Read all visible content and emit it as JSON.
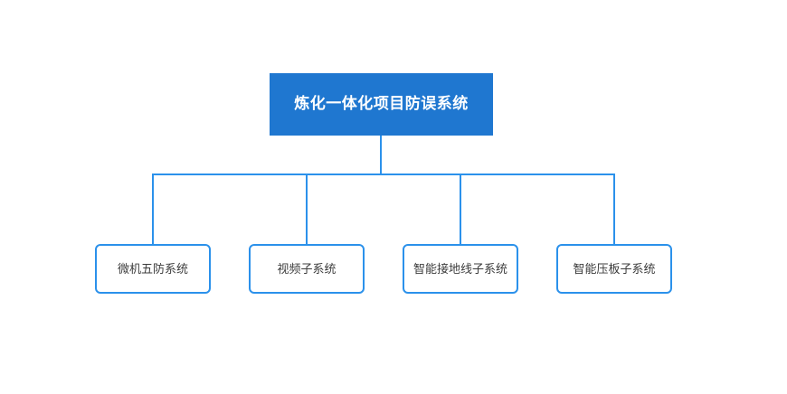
{
  "diagram": {
    "type": "organization-tree",
    "background_color": "#ffffff",
    "orientation": "top-down",
    "levels": 2,
    "root": {
      "label": "炼化一体化项目防误系统",
      "fill_color": "#1f77d0",
      "text_color": "#ffffff"
    },
    "children": [
      {
        "label": "微机五防系统",
        "fill_color": "#ffffff",
        "border_color": "#2b91eb",
        "text_color": "#3c3c3c"
      },
      {
        "label": "视频子系统",
        "fill_color": "#ffffff",
        "border_color": "#2b91eb",
        "text_color": "#3c3c3c"
      },
      {
        "label": "智能接地线子系统",
        "fill_color": "#ffffff",
        "border_color": "#2b91eb",
        "text_color": "#3c3c3c"
      },
      {
        "label": "智能压板子系统",
        "fill_color": "#ffffff",
        "border_color": "#2b91eb",
        "text_color": "#3c3c3c"
      }
    ],
    "connector_color": "#2b91eb"
  }
}
